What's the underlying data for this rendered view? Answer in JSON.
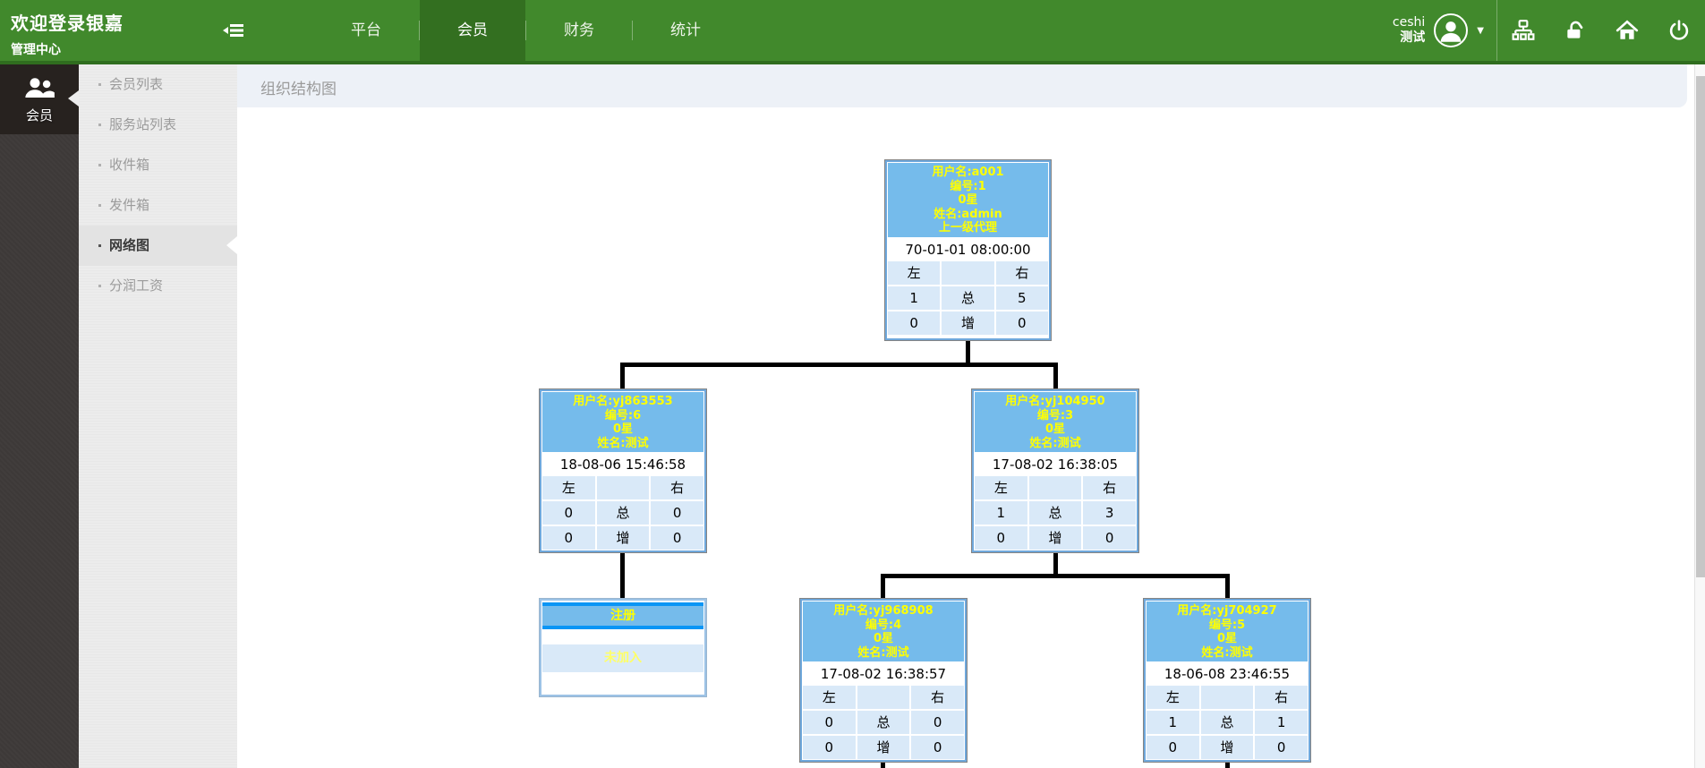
{
  "navbar": {
    "brand": {
      "title": "欢迎登录银嘉",
      "subtitle": "管理中心"
    },
    "menu": [
      {
        "label": "平台"
      },
      {
        "label": "会员"
      },
      {
        "label": "财务"
      },
      {
        "label": "统计"
      }
    ],
    "active_menu": "会员",
    "user": {
      "name1": "ceshi",
      "name2": "测试"
    },
    "icons": [
      "sidebar-toggle",
      "user-avatar",
      "caret-down",
      "sitemap",
      "unlock",
      "home",
      "power"
    ],
    "colors": {
      "bar_green": "#41892c",
      "active_green": "#336f20",
      "bar_edge": "#2f6d1e"
    }
  },
  "sidebar": {
    "rail_item": "会员",
    "items": [
      "会员列表",
      "服务站列表",
      "收件箱",
      "发件箱",
      "网络图",
      "分润工资"
    ],
    "active_item": "网络图"
  },
  "page": {
    "title": "组织结构图"
  },
  "tree": {
    "colors": {
      "header_blue": "#75bbeb",
      "cell_blue": "#d9e9f8",
      "text_yellow": "#ffff00",
      "line_black": "#000000",
      "register_bar_blue": "#0a95f5"
    },
    "nodes": [
      {
        "header": [
          "用户名:a001",
          "编号:1",
          "0星",
          "姓名:admin",
          "上一级代理"
        ],
        "date": "70-01-01 08:00:00",
        "stats": [
          [
            "左",
            "",
            "右"
          ],
          [
            "1",
            "总",
            "5"
          ],
          [
            "0",
            "增",
            "0"
          ]
        ]
      },
      {
        "header": [
          "用户名:yj863553",
          "编号:6",
          "0星",
          "姓名:测试"
        ],
        "date": "18-08-06 15:46:58",
        "stats": [
          [
            "左",
            "",
            "右"
          ],
          [
            "0",
            "总",
            "0"
          ],
          [
            "0",
            "增",
            "0"
          ]
        ]
      },
      {
        "header": [
          "用户名:yj104950",
          "编号:3",
          "0星",
          "姓名:测试"
        ],
        "date": "17-08-02 16:38:05",
        "stats": [
          [
            "左",
            "",
            "右"
          ],
          [
            "1",
            "总",
            "3"
          ],
          [
            "0",
            "增",
            "0"
          ]
        ]
      },
      {
        "header": [
          "用户名:yj968908",
          "编号:4",
          "0星",
          "姓名:测试"
        ],
        "date": "17-08-02 16:38:57",
        "stats": [
          [
            "左",
            "",
            "右"
          ],
          [
            "0",
            "总",
            "0"
          ],
          [
            "0",
            "增",
            "0"
          ]
        ]
      },
      {
        "header": [
          "用户名:yj704927",
          "编号:5",
          "0星",
          "姓名:测试"
        ],
        "date": "18-06-08 23:46:55",
        "stats": [
          [
            "左",
            "",
            "右"
          ],
          [
            "1",
            "总",
            "1"
          ],
          [
            "0",
            "增",
            "0"
          ]
        ]
      }
    ],
    "register_node": {
      "title": "注册",
      "status": "未加入"
    }
  }
}
